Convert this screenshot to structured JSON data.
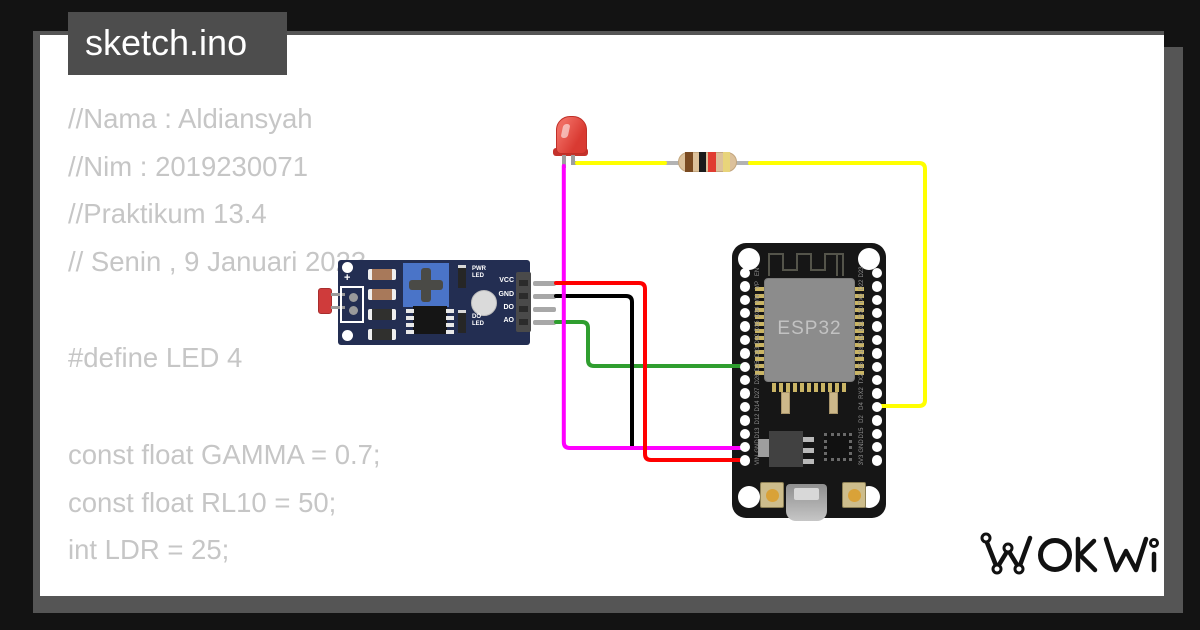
{
  "tab": {
    "label": "sketch.ino"
  },
  "code": {
    "lines": [
      "//Nama : Aldiansyah",
      "//Nim : 2019230071",
      "//Praktikum 13.4",
      "// Senin , 9 Januari 2023",
      "#define LED 4",
      "const float GAMMA = 0.7;",
      "const float RL10 = 50;",
      "int LDR = 25;"
    ]
  },
  "circuit": {
    "sensor": {
      "pin_labels": [
        "VCC",
        "GND",
        "DO",
        "AO"
      ],
      "pwr_led_label": "PWR\nLED",
      "do_led_label": "DO\nLED",
      "plus": "+",
      "minus": "-"
    },
    "esp32": {
      "chip_label": "ESP32",
      "pins_left": [
        "EN",
        "VP",
        "VN",
        "D34",
        "D35",
        "D32",
        "D33",
        "D25",
        "D26",
        "D27",
        "D14",
        "D12",
        "D13",
        "GND",
        "VIN"
      ],
      "pins_right": [
        "D23",
        "D22",
        "TX0",
        "RX0",
        "D21",
        "D19",
        "D18",
        "D5",
        "TX2",
        "RX2",
        "D4",
        "D2",
        "D15",
        "GND",
        "3V3"
      ]
    }
  },
  "logo": {
    "text": "WOKWI"
  },
  "colors": {
    "background": "#131313",
    "panel": "#ffffff",
    "frame_gray": "#555555",
    "tab_bg": "#4d4d4d",
    "code_text": "#c6c6c6",
    "sensor_board": "#232e52",
    "led_red": "#d93a32",
    "wire_yellow": "#ffff00",
    "wire_green": "#2f9e2f",
    "wire_black": "#000000",
    "wire_magenta": "#ff00ff",
    "wire_red": "#ff0000"
  }
}
